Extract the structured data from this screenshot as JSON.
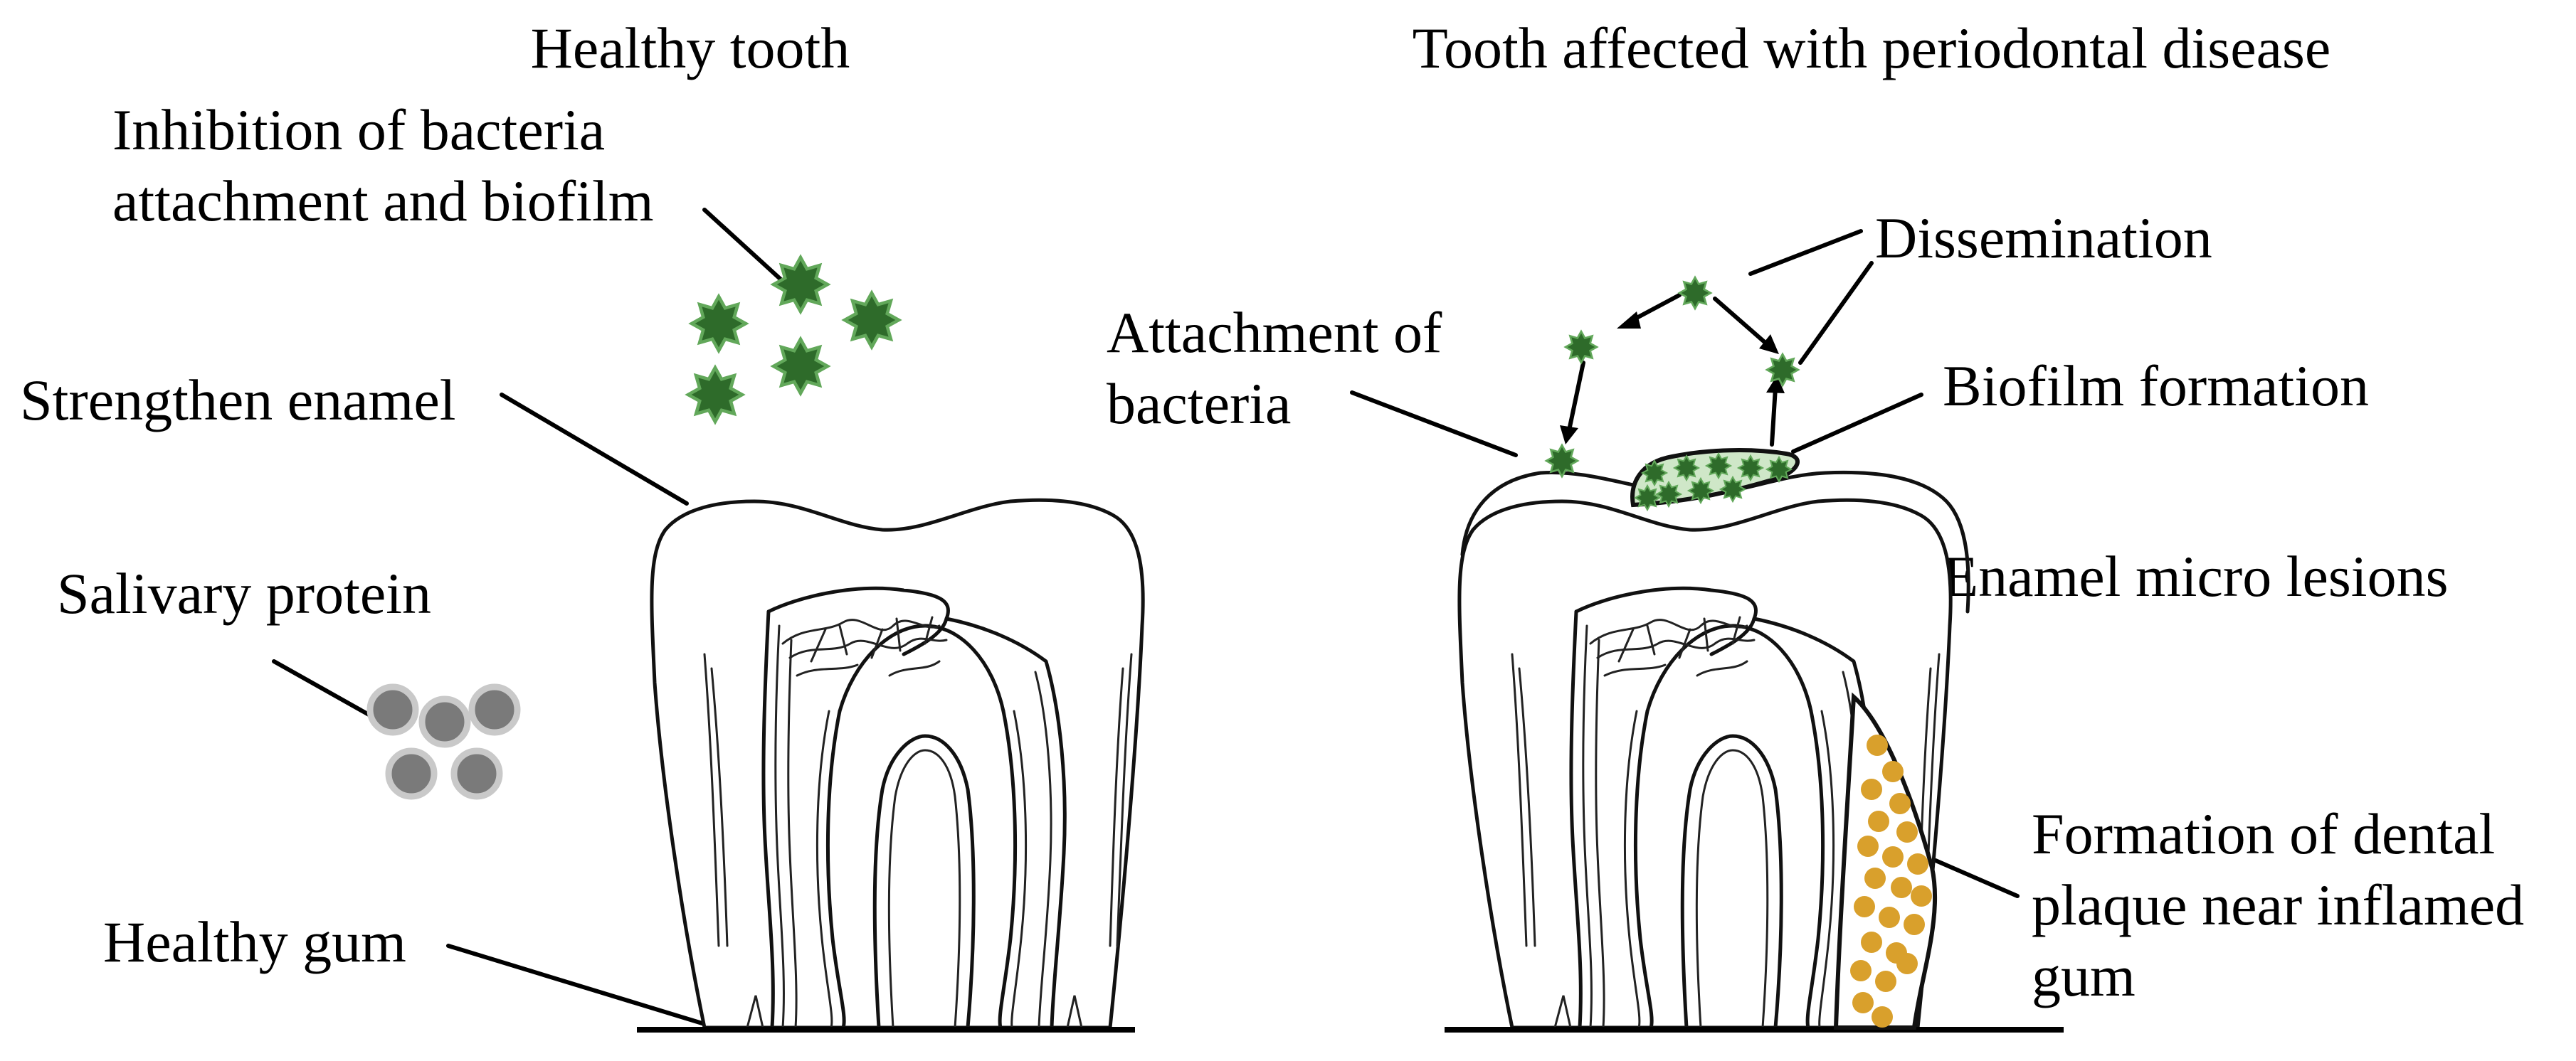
{
  "panels": {
    "healthy_title": "Healthy tooth",
    "diseased_title": "Tooth affected with periodontal disease"
  },
  "labels": {
    "inhibition_line1": "Inhibition of bacteria",
    "inhibition_line2": "attachment and biofilm",
    "strengthen_enamel": "Strengthen enamel",
    "salivary_protein": "Salivary protein",
    "healthy_gum": "Healthy gum",
    "attachment_line1": "Attachment of",
    "attachment_line2": "bacteria",
    "dissemination": "Dissemination",
    "biofilm_formation": "Biofilm formation",
    "enamel_micro_lesions": "Enamel micro lesions",
    "plaque_line1": "Formation of dental",
    "plaque_line2": "plaque near inflamed",
    "plaque_line3": "gum"
  },
  "icons": {
    "bacteria": "star-bacteria-icon",
    "protein": "circle-protein-icon",
    "plaque": "dot-plaque-icon"
  },
  "colors": {
    "bacteria": "#2e6b2a",
    "bacteria_edge": "#62a85a",
    "protein": "#7a7a7a",
    "protein_edge": "#c9c9c9",
    "plaque": "#d9a02c",
    "biofilm_bg": "#cfe7c8"
  }
}
